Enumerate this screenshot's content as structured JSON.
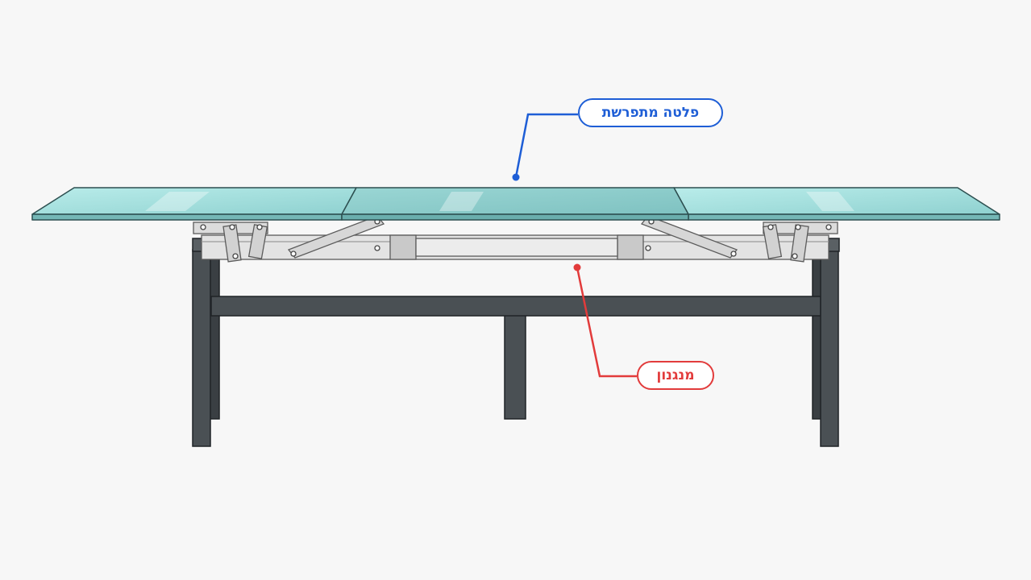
{
  "callouts": {
    "top": {
      "label": "פלטה מתפרשת",
      "color": "#1e5ed6"
    },
    "mechanism": {
      "label": "מנגנון",
      "color": "#e23b3b"
    }
  },
  "colors": {
    "glass": "#a9e3e1",
    "glass_edge": "#5f9ea0",
    "frame": "#4a5054",
    "frame_dark": "#2b2f32",
    "mechanism": "#d9d9d9",
    "background": "#f7f7f7"
  },
  "icons": {
    "leader_dot_top": "dot",
    "leader_dot_mechanism": "dot"
  }
}
